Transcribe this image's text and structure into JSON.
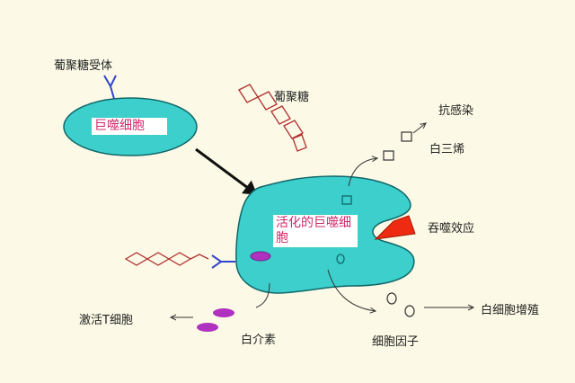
{
  "labels": {
    "glucan_receptor": "葡聚糖受体",
    "macrophage": "巨噬细胞",
    "glucan": "葡聚糖",
    "anti_infection": "抗感染",
    "leukotriene": "白三烯",
    "activated_macrophage": "活化的巨噬细胞",
    "phagocytosis": "吞噬效应",
    "leukocyte_proliferation": "白细胞增殖",
    "activate_t_cells": "激活T细胞",
    "interleukin": "白介素",
    "cytokine": "细胞因子"
  },
  "colors": {
    "cell": "#3ccfcc",
    "outline": "#11676a",
    "label_text": "#d0286a",
    "glucan": "#b03030",
    "receptor": "#3344cc",
    "interleukin": "#b030c0",
    "phagocytosed": "#ee2a10",
    "background": "#fcfae6"
  }
}
